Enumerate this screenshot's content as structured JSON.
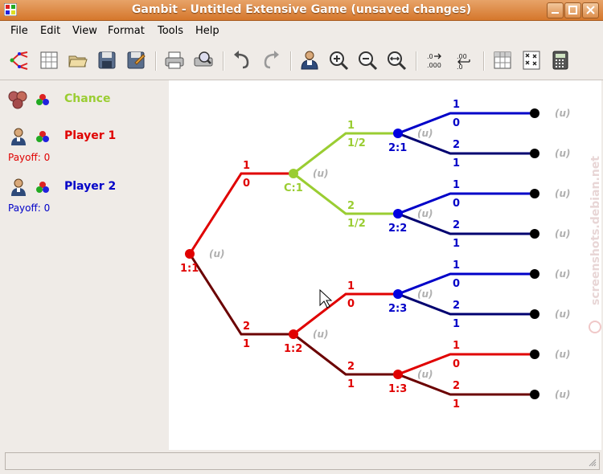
{
  "window": {
    "title": "Gambit - Untitled Extensive Game (unsaved changes)"
  },
  "menu": {
    "file": "File",
    "edit": "Edit",
    "view": "View",
    "format": "Format",
    "tools": "Tools",
    "help": "Help"
  },
  "players": {
    "chance": {
      "name": "Chance",
      "color": "#9acd32"
    },
    "p1": {
      "name": "Player 1",
      "payoff": "Payoff: 0",
      "color": "#e00000"
    },
    "p2": {
      "name": "Player 2",
      "payoff": "Payoff: 0",
      "color": "#0000c8"
    }
  },
  "tree": {
    "root": {
      "label": "1:1",
      "u": "(u)"
    },
    "upper": {
      "label": "C:1",
      "u": "(u)",
      "action": "1",
      "prob": "0"
    },
    "lower": {
      "label": "1:2",
      "u": "(u)",
      "action": "2",
      "prob": "1"
    },
    "c_top": {
      "action": "1",
      "prob": "1/2",
      "node": "2:1",
      "u": "(u)"
    },
    "c_bot": {
      "action": "2",
      "prob": "1/2",
      "node": "2:2",
      "u": "(u)"
    },
    "l_top": {
      "action": "1",
      "prob": "0",
      "node": "2:3",
      "u": "(u)"
    },
    "l_bot": {
      "action": "2",
      "prob": "1",
      "node": "1:3",
      "u": "(u)"
    },
    "leaves": [
      {
        "action": "1",
        "prob": "0",
        "u": "(u)"
      },
      {
        "action": "2",
        "prob": "1",
        "u": "(u)"
      },
      {
        "action": "1",
        "prob": "0",
        "u": "(u)"
      },
      {
        "action": "2",
        "prob": "1",
        "u": "(u)"
      },
      {
        "action": "1",
        "prob": "0",
        "u": "(u)"
      },
      {
        "action": "2",
        "prob": "1",
        "u": "(u)"
      },
      {
        "action": "1",
        "prob": "0",
        "u": "(u)"
      },
      {
        "action": "2",
        "prob": "1",
        "u": "(u)"
      }
    ]
  },
  "watermark": "screenshots.debian.net"
}
